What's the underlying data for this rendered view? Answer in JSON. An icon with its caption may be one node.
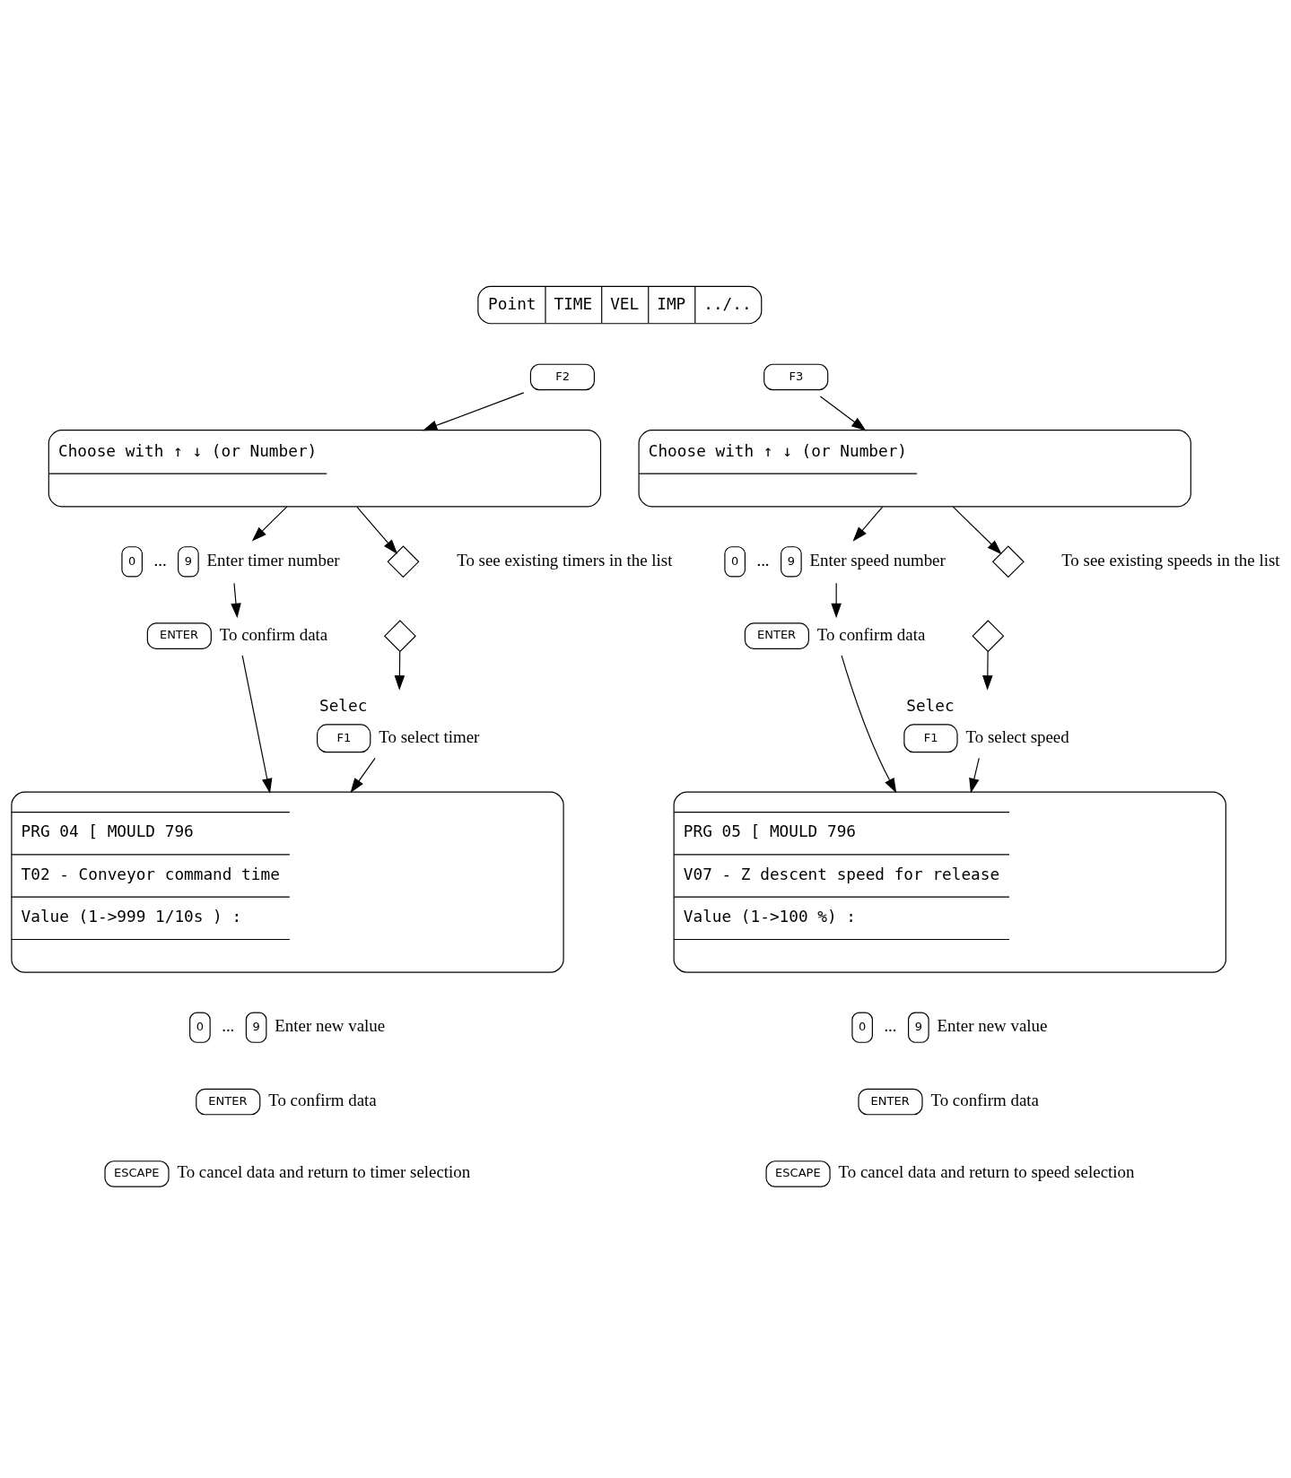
{
  "diagram": {
    "nodes": [
      {
        "text": [
          "Point",
          "TIME",
          "VEL",
          "IMP",
          "../.."
        ]
      },
      {
        "text": [
          "F2"
        ]
      },
      {
        "text": [
          "F3"
        ]
      },
      {
        "text": [
          "Choose with ↑ ↓ (or Number)"
        ]
      },
      {
        "text": [
          "0",
          "...",
          "9"
        ],
        "beside": [
          "Enter timer number"
        ]
      },
      {
        "text": [],
        "shape": "diamond",
        "beside": [
          "To see existing timers in the list"
        ]
      },
      {
        "text": [],
        "shape": "diamond"
      },
      {
        "text": [
          "ENTER"
        ],
        "beside": [
          "To confirm data"
        ]
      },
      {
        "text": [
          "Selec",
          "F1"
        ],
        "beside": [
          "To select timer"
        ]
      },
      {
        "text": [
          "PRG 04 [ MOULD 796",
          "T02 - Conveyor command time",
          "Value (1->999 1/10s ) :"
        ]
      },
      {
        "text": [
          "0",
          "...",
          "9"
        ],
        "beside": [
          "Enter new value"
        ]
      },
      {
        "text": [
          "ENTER"
        ],
        "beside": [
          "To confirm data"
        ]
      },
      {
        "text": [
          "ESCAPE"
        ],
        "beside": [
          "To cancel data and return to timer selection"
        ]
      },
      {
        "text": [
          "Choose with ↑ ↓ (or Number)"
        ]
      },
      {
        "text": [
          "0",
          "...",
          "9"
        ],
        "beside": [
          "Enter speed number"
        ]
      },
      {
        "text": [],
        "shape": "diamond",
        "beside": [
          "To see existing speeds in the list"
        ]
      },
      {
        "text": [],
        "shape": "diamond"
      },
      {
        "text": [
          "ENTER"
        ],
        "beside": [
          "To confirm data"
        ]
      },
      {
        "text": [
          "Selec",
          "F1"
        ],
        "beside": [
          "To select speed"
        ]
      },
      {
        "text": [
          "PRG 05 [ MOULD 796",
          "V07 - Z descent speed for release",
          "Value (1->100 %) :"
        ]
      },
      {
        "text": [
          "0",
          "...",
          "9"
        ],
        "beside": [
          "Enter new value"
        ]
      },
      {
        "text": [
          "ENTER"
        ],
        "beside": [
          "To confirm data"
        ]
      },
      {
        "text": [
          "ESCAPE"
        ],
        "beside": [
          "To cancel data and return to speed selection"
        ]
      }
    ],
    "edges": [
      {
        "from": 1,
        "to": 3,
        "arrow": "to"
      },
      {
        "from": 3,
        "to": 4,
        "arrow": "to"
      },
      {
        "from": 3,
        "to": 5,
        "arrow": "to"
      },
      {
        "from": 4,
        "to": 7,
        "arrow": "to"
      },
      {
        "from": 6,
        "to": 8,
        "arrow": "to"
      },
      {
        "from": 7,
        "to": 9,
        "arrow": "to"
      },
      {
        "from": 8,
        "to": 9,
        "arrow": "to"
      },
      {
        "from": 2,
        "to": 13,
        "arrow": "to"
      },
      {
        "from": 13,
        "to": 14,
        "arrow": "to"
      },
      {
        "from": 13,
        "to": 15,
        "arrow": "to"
      },
      {
        "from": 14,
        "to": 17,
        "arrow": "to"
      },
      {
        "from": 16,
        "to": 18,
        "arrow": "to"
      },
      {
        "from": 17,
        "to": 19,
        "arrow": "to"
      },
      {
        "from": 18,
        "to": 19,
        "arrow": "to"
      }
    ]
  }
}
